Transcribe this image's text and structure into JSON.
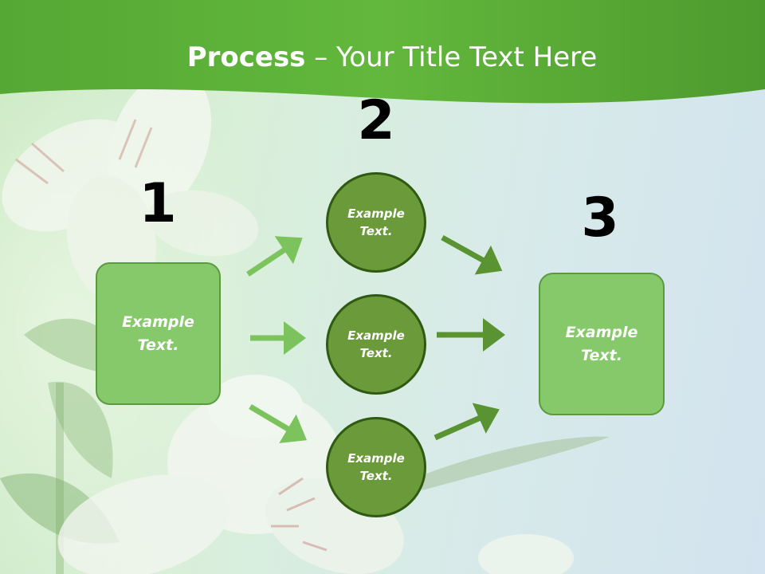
{
  "title": {
    "bold": "Process",
    "rest": " – Your Title Text Here"
  },
  "stages": {
    "one": "1",
    "two": "2",
    "three": "3"
  },
  "start_box": {
    "line1": "Example",
    "line2": "Text."
  },
  "circles": [
    {
      "line1": "Example",
      "line2": "Text."
    },
    {
      "line1": "Example",
      "line2": "Text."
    },
    {
      "line1": "Example",
      "line2": "Text."
    }
  ],
  "end_box": {
    "line1": "Example",
    "line2": "Text."
  },
  "colors": {
    "header_green": "#5cb53a",
    "box_fill": "#86c96a",
    "circle_fill": "#6a9a3a",
    "arrow_light": "#7cc35e",
    "arrow_dark": "#5a9432"
  }
}
